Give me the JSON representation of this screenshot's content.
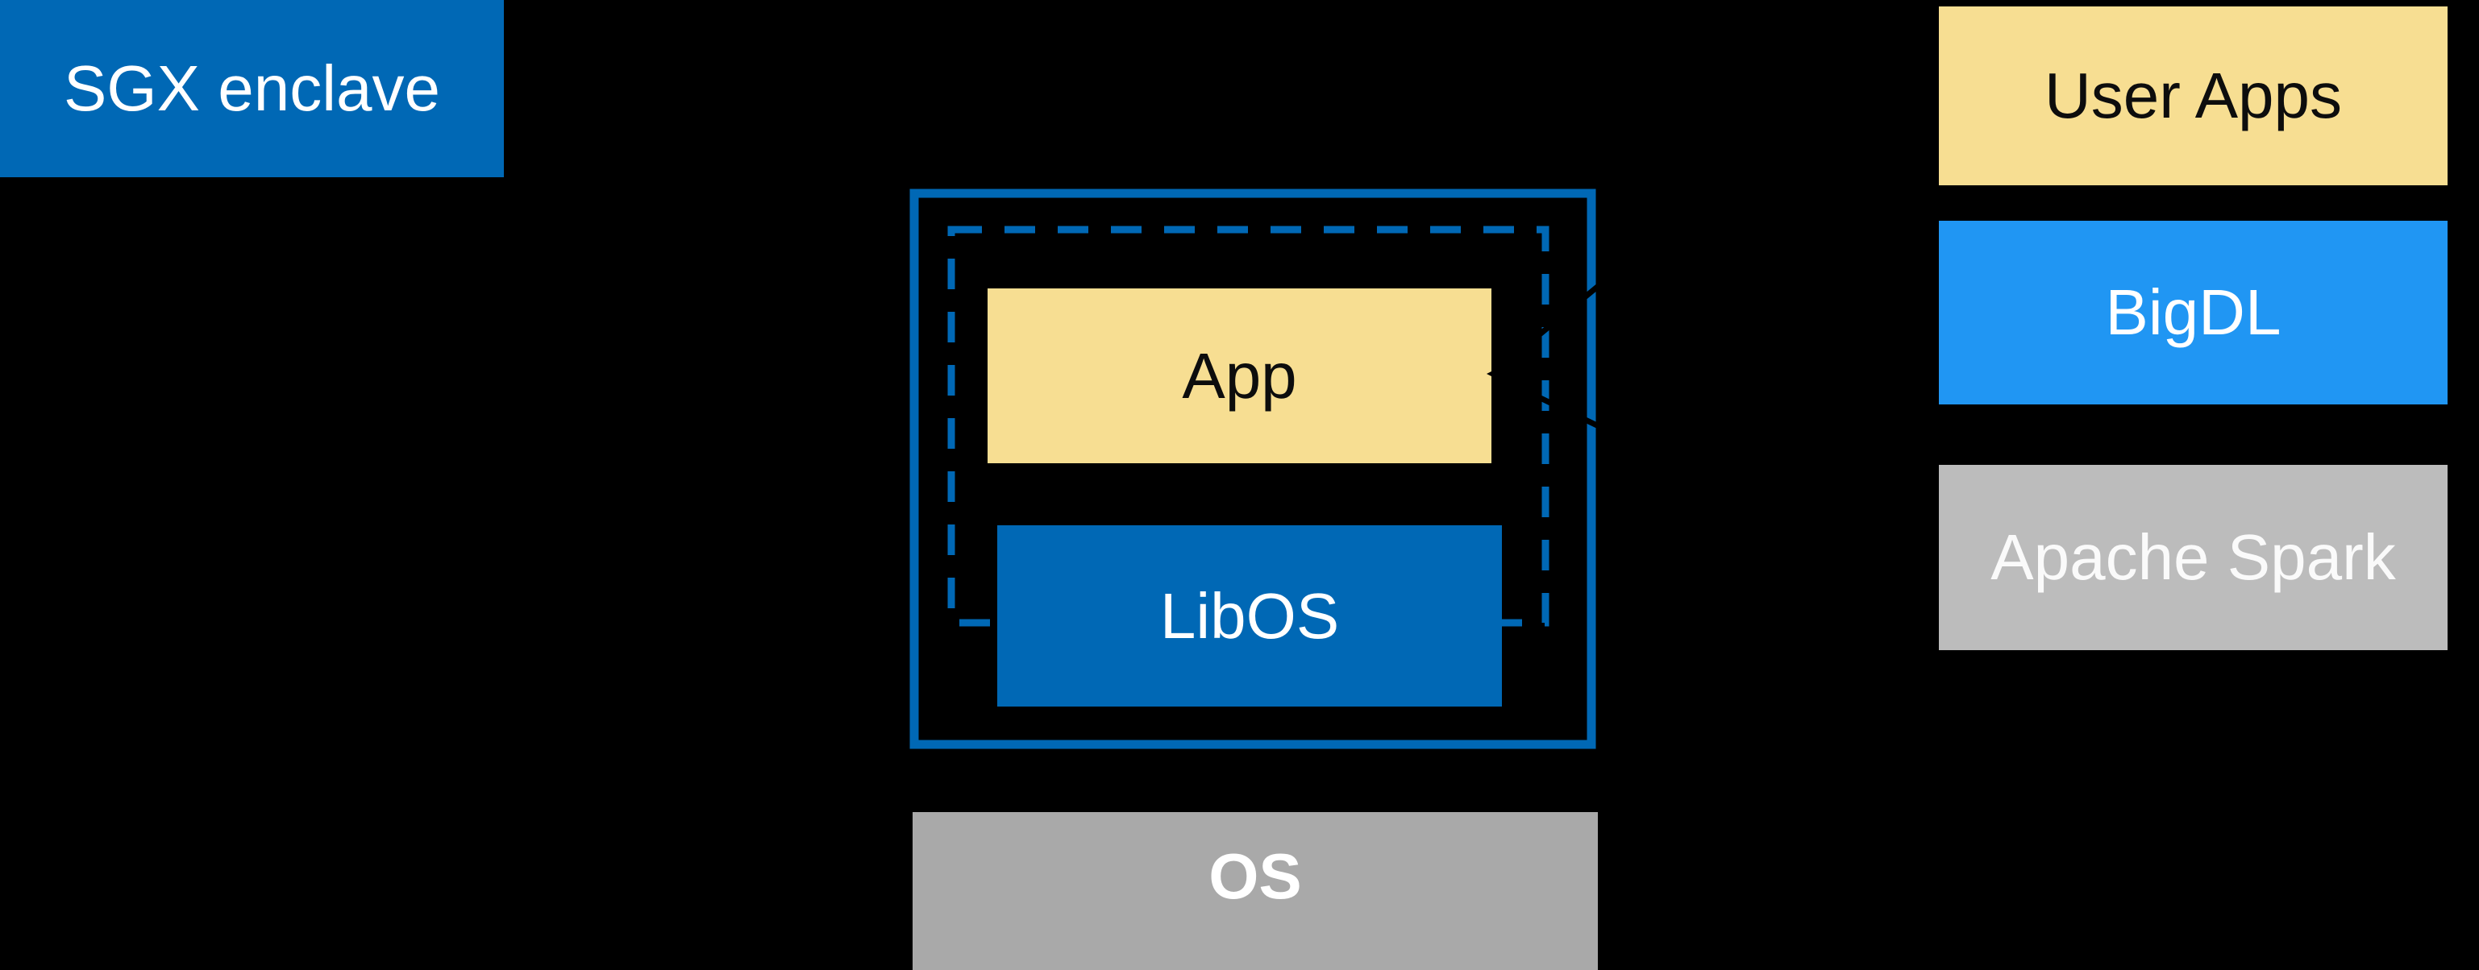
{
  "diagram": {
    "left": {
      "sgx_label": "SGX enclave"
    },
    "enclave": {
      "app_label": "App",
      "libos_label": "LibOS"
    },
    "host": {
      "os_label": "OS"
    },
    "right_stack": {
      "user_apps_label": "User Apps",
      "bigdl_label": "BigDL",
      "spark_label": "Apache Spark"
    },
    "colors": {
      "background": "#000000",
      "intel_blue": "#0068B5",
      "bright_blue": "#2096F3",
      "yellow": "#F7DE92",
      "os_gray": "#A9A9A9",
      "spark_gray": "#BCBCBC",
      "connector_black": "#000000"
    }
  }
}
